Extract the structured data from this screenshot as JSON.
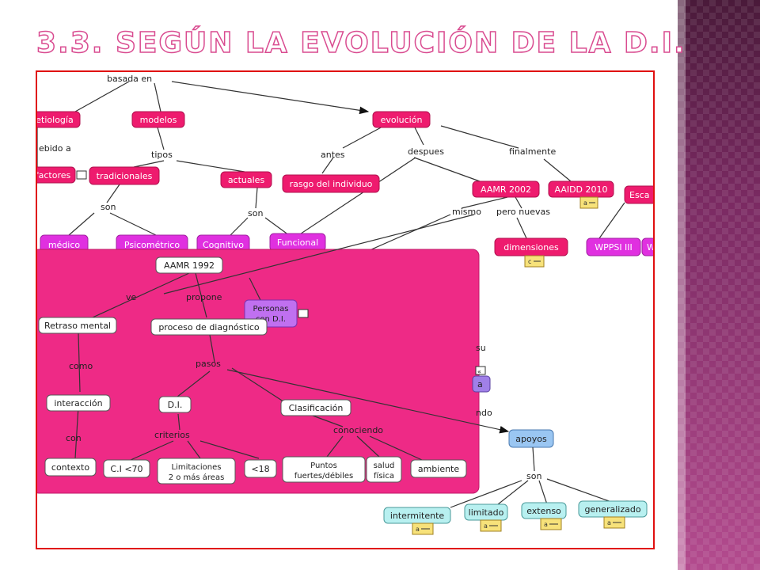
{
  "slide": {
    "title": "3.3. Según la evolución de la D.I.",
    "colors": {
      "title_outline": "#d94b90",
      "frame": "#e01010",
      "side_dark": "#4a1a3a",
      "side_light": "#b34b8e"
    }
  },
  "concept_map": {
    "nodes": {
      "etiologia": "etiología",
      "modelos": "modelos",
      "evolucion": "evolución",
      "factores": "factores",
      "tradicionales": "tradicionales",
      "actuales": "actuales",
      "rasgo": "rasgo del individuo",
      "aamr2002": "AAMR 2002",
      "aaidd2010": "AAIDD 2010",
      "escalas": "Esca",
      "medico": "médico",
      "psicometrico": "Psicométrico",
      "cognitivo": "Cognitivo",
      "funcional": "Funcional",
      "dimensiones": "dimensiones",
      "wppsi": "WPPSI III",
      "w": "W",
      "aamr1992": "AAMR 1992",
      "personas": "Personas\ncon D.I.",
      "retraso": "Retraso mental",
      "proceso": "proceso de diagnóstico",
      "interaccion": "interacción",
      "contexto": "contexto",
      "di": "D.I.",
      "ci": "C.I <70",
      "limitaciones": "Limitaciones\n2 o más áreas",
      "menor18": "<18",
      "clasificacion": "Clasificación",
      "puntos": "Puntos\nfuertes/débiles",
      "salud": "salud\nfísica",
      "ambiente": "ambiente",
      "apoyos": "apoyos",
      "hidden_a": "a",
      "intermitente": "intermitente",
      "limitado": "limitado",
      "extenso": "extenso",
      "generalizado": "generalizado"
    },
    "links": {
      "basada_en": "basada en",
      "debido_a": "ebido a",
      "tipos": "tipos",
      "son1": "son",
      "son2": "son",
      "antes": "antes",
      "despues": "despues",
      "finalmente": "finalmente",
      "mismo": "mismo",
      "pero_nuevas": "pero nuevas",
      "ve": "ve",
      "propone": "propone",
      "como": "como",
      "con": "con",
      "pasos": "pasos",
      "criterios": "criterios",
      "conociendo": "conociendo",
      "su": "su",
      "ndo": "ndo",
      "son3": "son"
    }
  }
}
